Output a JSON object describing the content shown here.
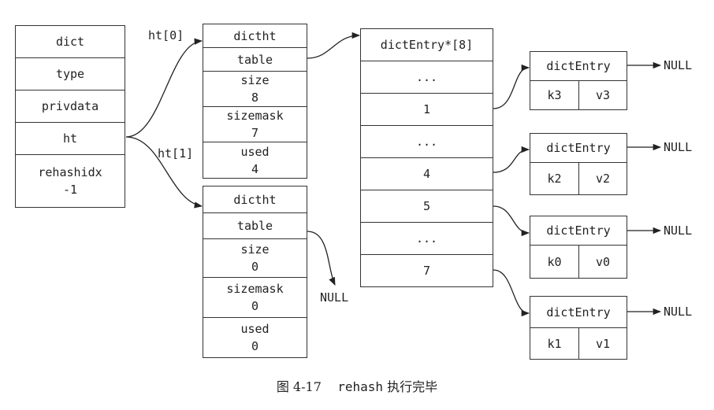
{
  "dict": {
    "title": "dict",
    "type": "type",
    "privdata": "privdata",
    "ht": "ht",
    "rehashidx_label": "rehashidx",
    "rehashidx_value": "-1"
  },
  "ht0": {
    "ptr_label": "ht[0]",
    "title": "dictht",
    "table": "table",
    "size_label": "size",
    "size_value": "8",
    "sizemask_label": "sizemask",
    "sizemask_value": "7",
    "used_label": "used",
    "used_value": "4"
  },
  "ht1": {
    "ptr_label": "ht[1]",
    "title": "dictht",
    "table": "table",
    "table_target": "NULL",
    "size_label": "size",
    "size_value": "0",
    "sizemask_label": "sizemask",
    "sizemask_value": "0",
    "used_label": "used",
    "used_value": "0"
  },
  "table_array": {
    "title": "dictEntry*[8]",
    "slots": [
      "...",
      "1",
      "...",
      "4",
      "5",
      "...",
      "7"
    ]
  },
  "entries": [
    {
      "title": "dictEntry",
      "key": "k3",
      "value": "v3",
      "next": "NULL"
    },
    {
      "title": "dictEntry",
      "key": "k2",
      "value": "v2",
      "next": "NULL"
    },
    {
      "title": "dictEntry",
      "key": "k0",
      "value": "v0",
      "next": "NULL"
    },
    {
      "title": "dictEntry",
      "key": "k1",
      "value": "v1",
      "next": "NULL"
    }
  ],
  "caption": {
    "figure": "图 4-17",
    "command": "rehash",
    "text": "执行完毕"
  },
  "colors": {
    "stroke": "#333333",
    "text": "#222222",
    "background": "#ffffff"
  }
}
